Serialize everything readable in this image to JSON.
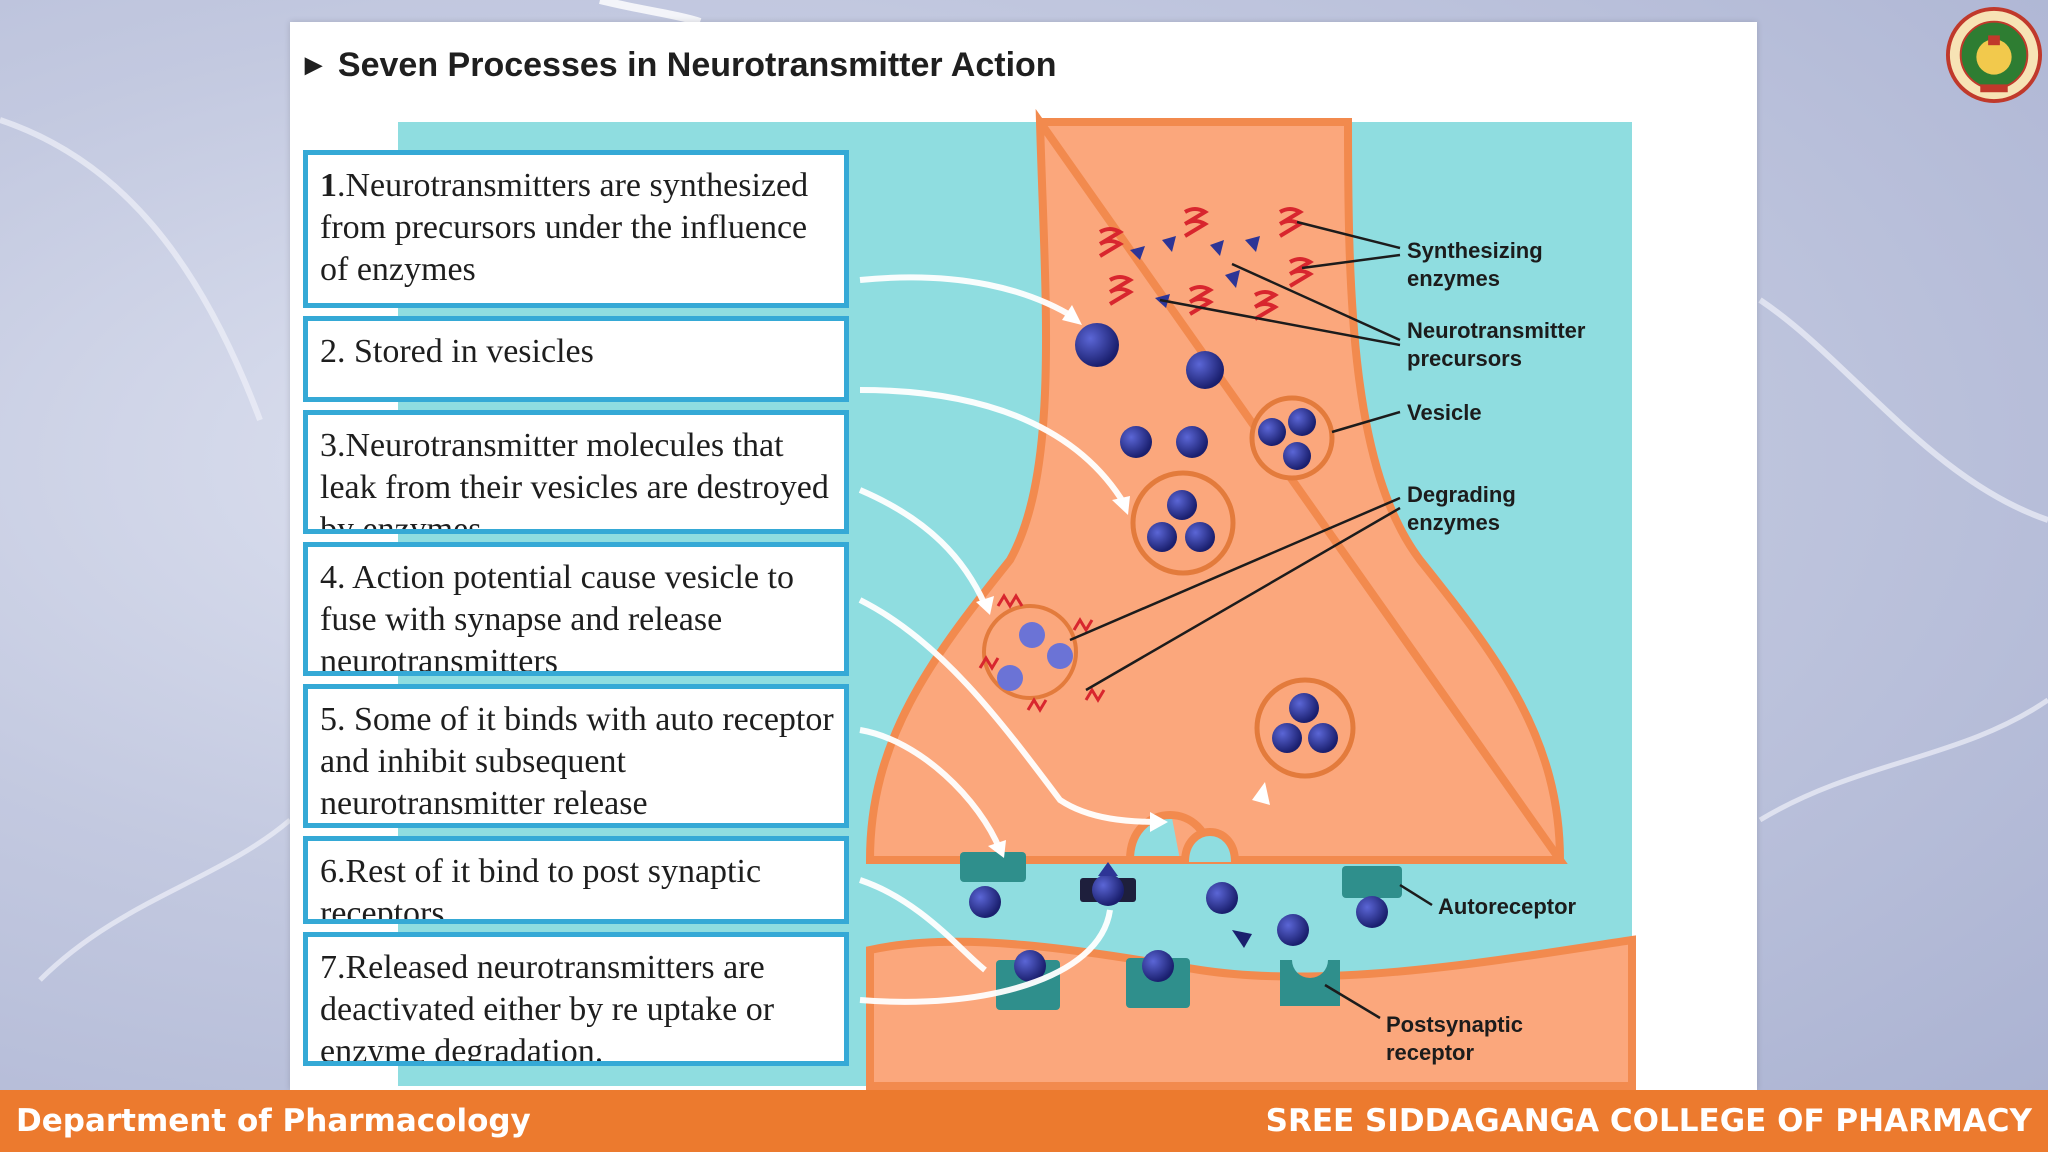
{
  "slide": {
    "title": "Seven Processes in Neurotransmitter Action",
    "steps": [
      {
        "number": "1",
        "text": ".Neurotransmitters are synthesized from precursors under the influence of enzymes"
      },
      {
        "number": "2",
        "text": ". Stored in vesicles"
      },
      {
        "number": "3",
        "text": ".Neurotransmitter molecules that leak from their vesicles are destroyed by enzymes"
      },
      {
        "number": "4",
        "text": ". Action potential cause vesicle to fuse with synapse and release neurotransmitters"
      },
      {
        "number": "5",
        "text": ". Some of it binds with auto receptor and inhibit subsequent neurotransmitter release"
      },
      {
        "number": "6",
        "text": ".Rest of  it bind to post synaptic receptors."
      },
      {
        "number": "7",
        "text": ".Released neurotransmitters are deactivated either by re uptake or enzyme degradation."
      }
    ],
    "labels": {
      "synthesizing": [
        "Synthesizing",
        "enzymes"
      ],
      "precursors": [
        "Neurotransmitter",
        "precursors"
      ],
      "vesicle": [
        "Vesicle"
      ],
      "degrading": [
        "Degrading",
        "enzymes"
      ],
      "autoreceptor": [
        "Autoreceptor"
      ],
      "postsynaptic": [
        "Postsynaptic",
        "receptor"
      ]
    }
  },
  "footer": {
    "left": "Department of Pharmacology",
    "right": "SREE SIDDAGANGA COLLEGE OF PHARMACY"
  },
  "colors": {
    "accent_box_border": "#35a9d6",
    "neuron_fill": "#fba77c",
    "cleft": "#8fdde0",
    "footer": "#ec7a2e",
    "molecule": "#232a8a"
  },
  "icons": [
    "college-logo",
    "title-arrow-icon"
  ]
}
